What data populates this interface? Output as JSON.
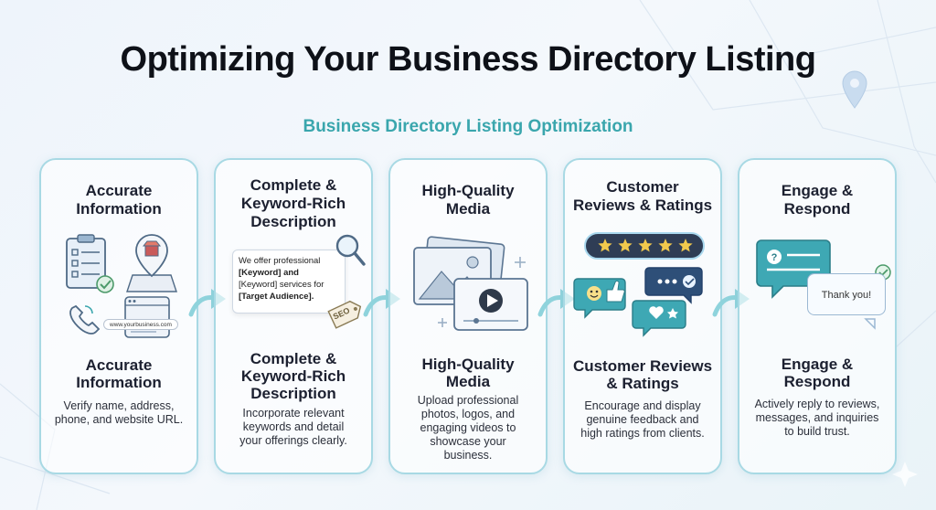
{
  "title": "Optimizing Your Business Directory Listing",
  "subtitle": "Business Directory Listing Optimization",
  "colors": {
    "accent": "#3aa6ad",
    "card_border": "#a8d9e4",
    "title": "#0e1118",
    "star": "#f2c94c"
  },
  "cards": [
    {
      "top_title": [
        "Accurate",
        "Information"
      ],
      "bottom_title": [
        "Accurate",
        "Information"
      ],
      "description": [
        "Verify name, address,",
        "phone, and website URL."
      ],
      "illustration": {
        "icons": [
          "clipboard-checklist-icon",
          "map-pin-store-icon",
          "phone-icon",
          "browser-window-icon",
          "checkmark-icon"
        ],
        "url_text": "www.yourbusiness.com"
      }
    },
    {
      "top_title": [
        "Complete &",
        "Keyword-Rich",
        "Description"
      ],
      "bottom_title": [
        "Complete &",
        "Keyword-Rich",
        "Description"
      ],
      "description": [
        "Incorporate relevant",
        "keywords and detail",
        "your offerings clearly."
      ],
      "illustration": {
        "icons": [
          "magnifier-icon",
          "seo-tag-icon"
        ],
        "box_lines": [
          "We offer professional",
          "[Keyword] and",
          "[Keyword] services for",
          "[Target Audience]."
        ],
        "tag_text": "SEO"
      }
    },
    {
      "top_title": [
        "High-Quality",
        "Media"
      ],
      "bottom_title": [
        "High-Quality",
        "Media"
      ],
      "description": [
        "Upload professional",
        "photos, logos, and",
        "engaging videos to",
        "showcase your",
        "business."
      ],
      "illustration": {
        "icons": [
          "photo-stack-icon",
          "video-player-icon",
          "sparkle-icon"
        ]
      }
    },
    {
      "top_title": [
        "Customer",
        "Reviews & Ratings"
      ],
      "bottom_title": [
        "Customer Reviews",
        "& Ratings"
      ],
      "description": [
        "Encourage and display",
        "genuine feedback and",
        "high ratings from clients."
      ],
      "illustration": {
        "icons": [
          "star-rating-icon",
          "chat-bubbles-icon",
          "thumbs-up-icon",
          "heart-icon"
        ],
        "rating_stars": 5
      }
    },
    {
      "top_title": [
        "Engage &",
        "Respond"
      ],
      "bottom_title": [
        "Engage &",
        "Respond"
      ],
      "description": [
        "Actively reply to reviews,",
        "messages, and inquiries",
        "to build trust."
      ],
      "illustration": {
        "icons": [
          "question-chat-icon",
          "reply-bubble-icon",
          "checkmark-icon"
        ],
        "reply_text": "Thank you!"
      }
    }
  ]
}
